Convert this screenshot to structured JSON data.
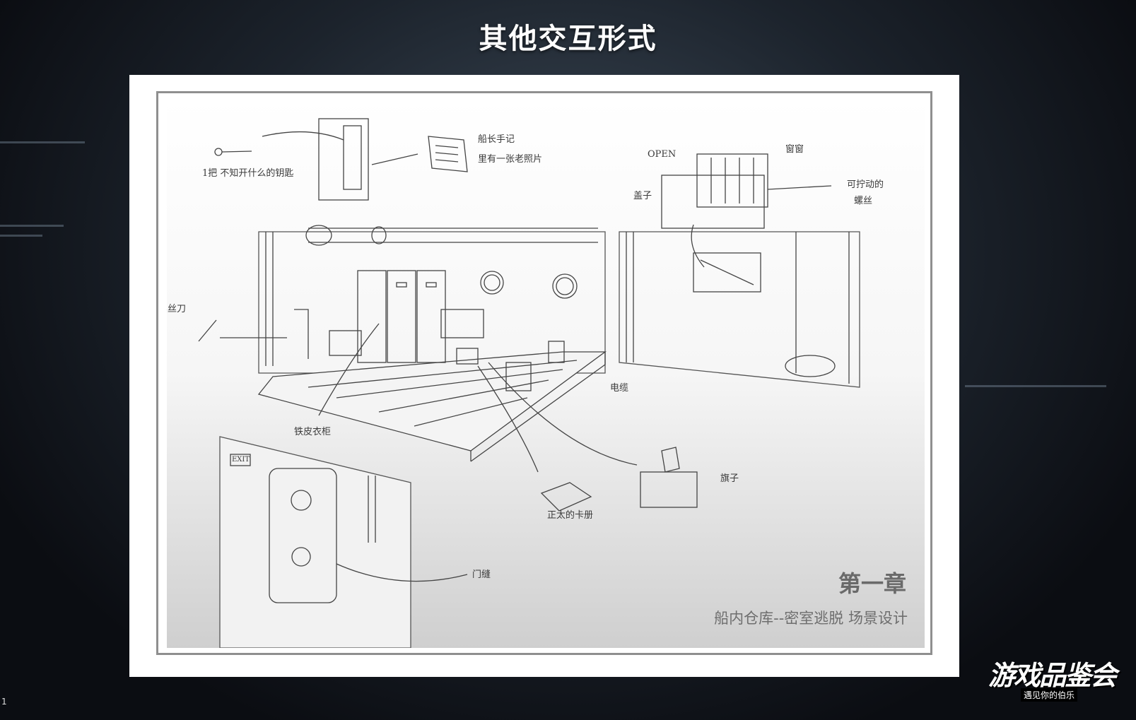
{
  "page_title": "其他交互形式",
  "sheet": {
    "chapter": "第一章",
    "subtitle": "船内仓库--密室逃脱  场景设计",
    "annotations": {
      "key": "1把 不知开什么的钥匙",
      "journal_line1": "船长手记",
      "journal_line2": "里有一张老照片",
      "open": "OPEN",
      "lid": "盖子",
      "window": "窗窗",
      "screw_line1": "可拧动的",
      "screw_line2": "螺丝",
      "screwdriver": "螺丝刀",
      "cable": "电缆",
      "locker": "铁皮衣柜",
      "flag": "旗子",
      "card": "正太的卡册",
      "door_seam": "门缝",
      "exit_sign": "EXIT"
    }
  },
  "logo": {
    "main": "游戏品鉴会",
    "sub": "遇见你的伯乐"
  },
  "corner": "1"
}
